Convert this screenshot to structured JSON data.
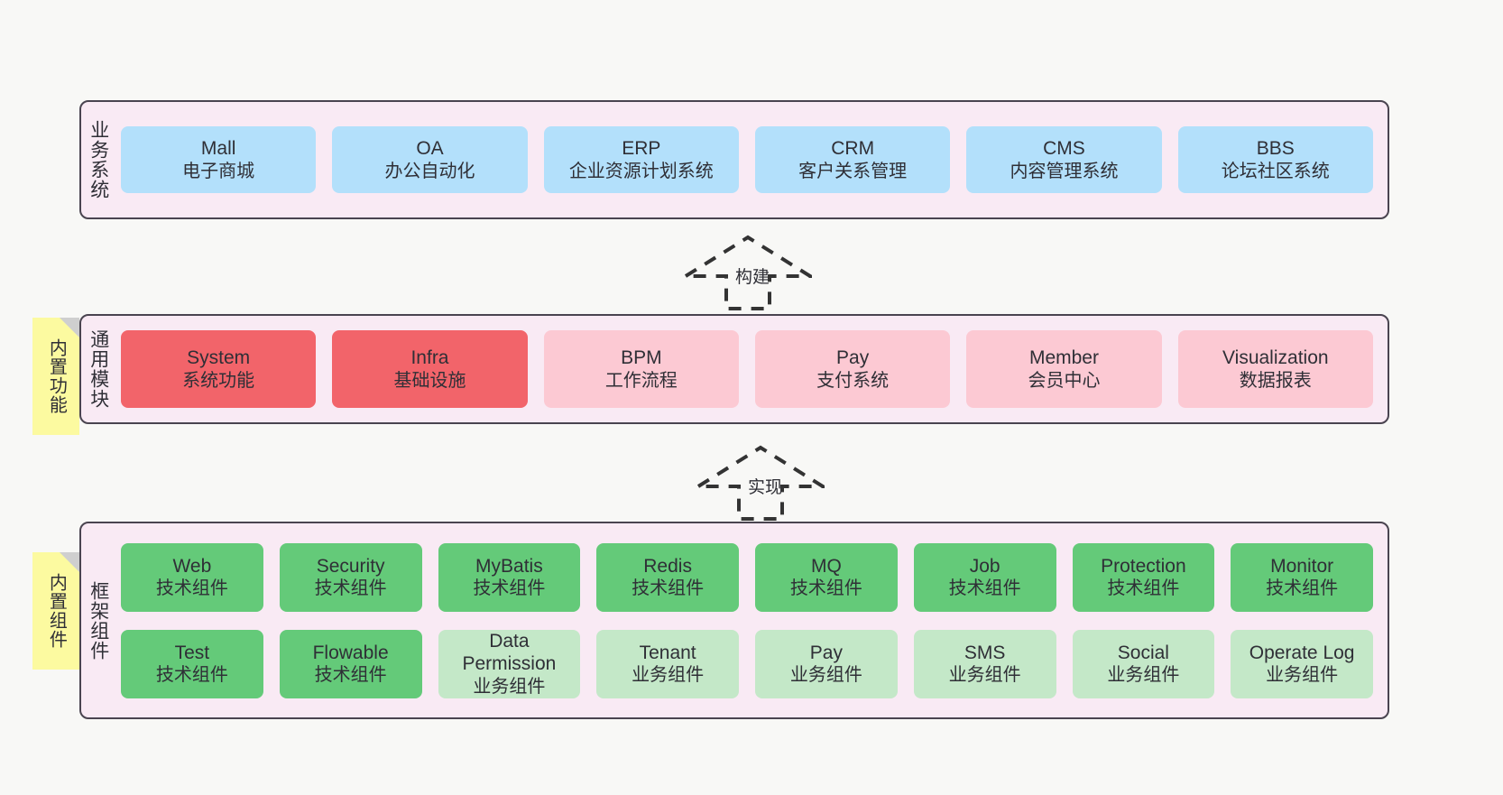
{
  "diagram": {
    "title_hidden": "",
    "background": "#f8f8f6",
    "panel_bg": "#f9eaf4",
    "panel_border": "#4a4450",
    "sticky_bg": "#fcfaa0"
  },
  "layers": [
    {
      "id": "business-system",
      "title": "业务系统",
      "sticky": null,
      "rows": [
        {
          "nodes": [
            {
              "en": "Mall",
              "cn": "电子商城",
              "color": "blue",
              "hex": "#b3e0fb"
            },
            {
              "en": "OA",
              "cn": "办公自动化",
              "color": "blue",
              "hex": "#b3e0fb"
            },
            {
              "en": "ERP",
              "cn": "企业资源计划系统",
              "color": "blue",
              "hex": "#b3e0fb"
            },
            {
              "en": "CRM",
              "cn": "客户关系管理",
              "color": "blue",
              "hex": "#b3e0fb"
            },
            {
              "en": "CMS",
              "cn": "内容管理系统",
              "color": "blue",
              "hex": "#b3e0fb"
            },
            {
              "en": "BBS",
              "cn": "论坛社区系统",
              "color": "blue",
              "hex": "#b3e0fb"
            }
          ]
        }
      ]
    },
    {
      "id": "common-module",
      "title": "通用模块",
      "sticky": "内置功能",
      "rows": [
        {
          "nodes": [
            {
              "en": "System",
              "cn": "系统功能",
              "color": "red",
              "hex": "#f2646a"
            },
            {
              "en": "Infra",
              "cn": "基础设施",
              "color": "red",
              "hex": "#f2646a"
            },
            {
              "en": "BPM",
              "cn": "工作流程",
              "color": "pink",
              "hex": "#fcc9d3"
            },
            {
              "en": "Pay",
              "cn": "支付系统",
              "color": "pink",
              "hex": "#fcc9d3"
            },
            {
              "en": "Member",
              "cn": "会员中心",
              "color": "pink",
              "hex": "#fcc9d3"
            },
            {
              "en": "Visualization",
              "cn": "数据报表",
              "color": "pink",
              "hex": "#fcc9d3"
            }
          ]
        }
      ]
    },
    {
      "id": "framework-component",
      "title": "框架组件",
      "sticky": "内置组件",
      "rows": [
        {
          "nodes": [
            {
              "en": "Web",
              "cn": "技术组件",
              "color": "green",
              "hex": "#64ca79"
            },
            {
              "en": "Security",
              "cn": "技术组件",
              "color": "green",
              "hex": "#64ca79"
            },
            {
              "en": "MyBatis",
              "cn": "技术组件",
              "color": "green",
              "hex": "#64ca79"
            },
            {
              "en": "Redis",
              "cn": "技术组件",
              "color": "green",
              "hex": "#64ca79"
            },
            {
              "en": "MQ",
              "cn": "技术组件",
              "color": "green",
              "hex": "#64ca79"
            },
            {
              "en": "Job",
              "cn": "技术组件",
              "color": "green",
              "hex": "#64ca79"
            },
            {
              "en": "Protection",
              "cn": "技术组件",
              "color": "green",
              "hex": "#64ca79"
            },
            {
              "en": "Monitor",
              "cn": "技术组件",
              "color": "green",
              "hex": "#64ca79"
            }
          ]
        },
        {
          "nodes": [
            {
              "en": "Test",
              "cn": "技术组件",
              "color": "green",
              "hex": "#64ca79"
            },
            {
              "en": "Flowable",
              "cn": "技术组件",
              "color": "green",
              "hex": "#64ca79"
            },
            {
              "en": "Data Permission",
              "cn": "业务组件",
              "color": "lgreen",
              "hex": "#c4e8c8"
            },
            {
              "en": "Tenant",
              "cn": "业务组件",
              "color": "lgreen",
              "hex": "#c4e8c8"
            },
            {
              "en": "Pay",
              "cn": "业务组件",
              "color": "lgreen",
              "hex": "#c4e8c8"
            },
            {
              "en": "SMS",
              "cn": "业务组件",
              "color": "lgreen",
              "hex": "#c4e8c8"
            },
            {
              "en": "Social",
              "cn": "业务组件",
              "color": "lgreen",
              "hex": "#c4e8c8"
            },
            {
              "en": "Operate Log",
              "cn": "业务组件",
              "color": "lgreen",
              "hex": "#c4e8c8"
            }
          ]
        }
      ]
    }
  ],
  "connectors": [
    {
      "id": "build",
      "label": "构建",
      "from": "common-module",
      "to": "business-system",
      "style": "dashed-hollow-arrow-up"
    },
    {
      "id": "implement",
      "label": "实现",
      "from": "framework-component",
      "to": "common-module",
      "style": "dashed-hollow-arrow-up"
    }
  ]
}
